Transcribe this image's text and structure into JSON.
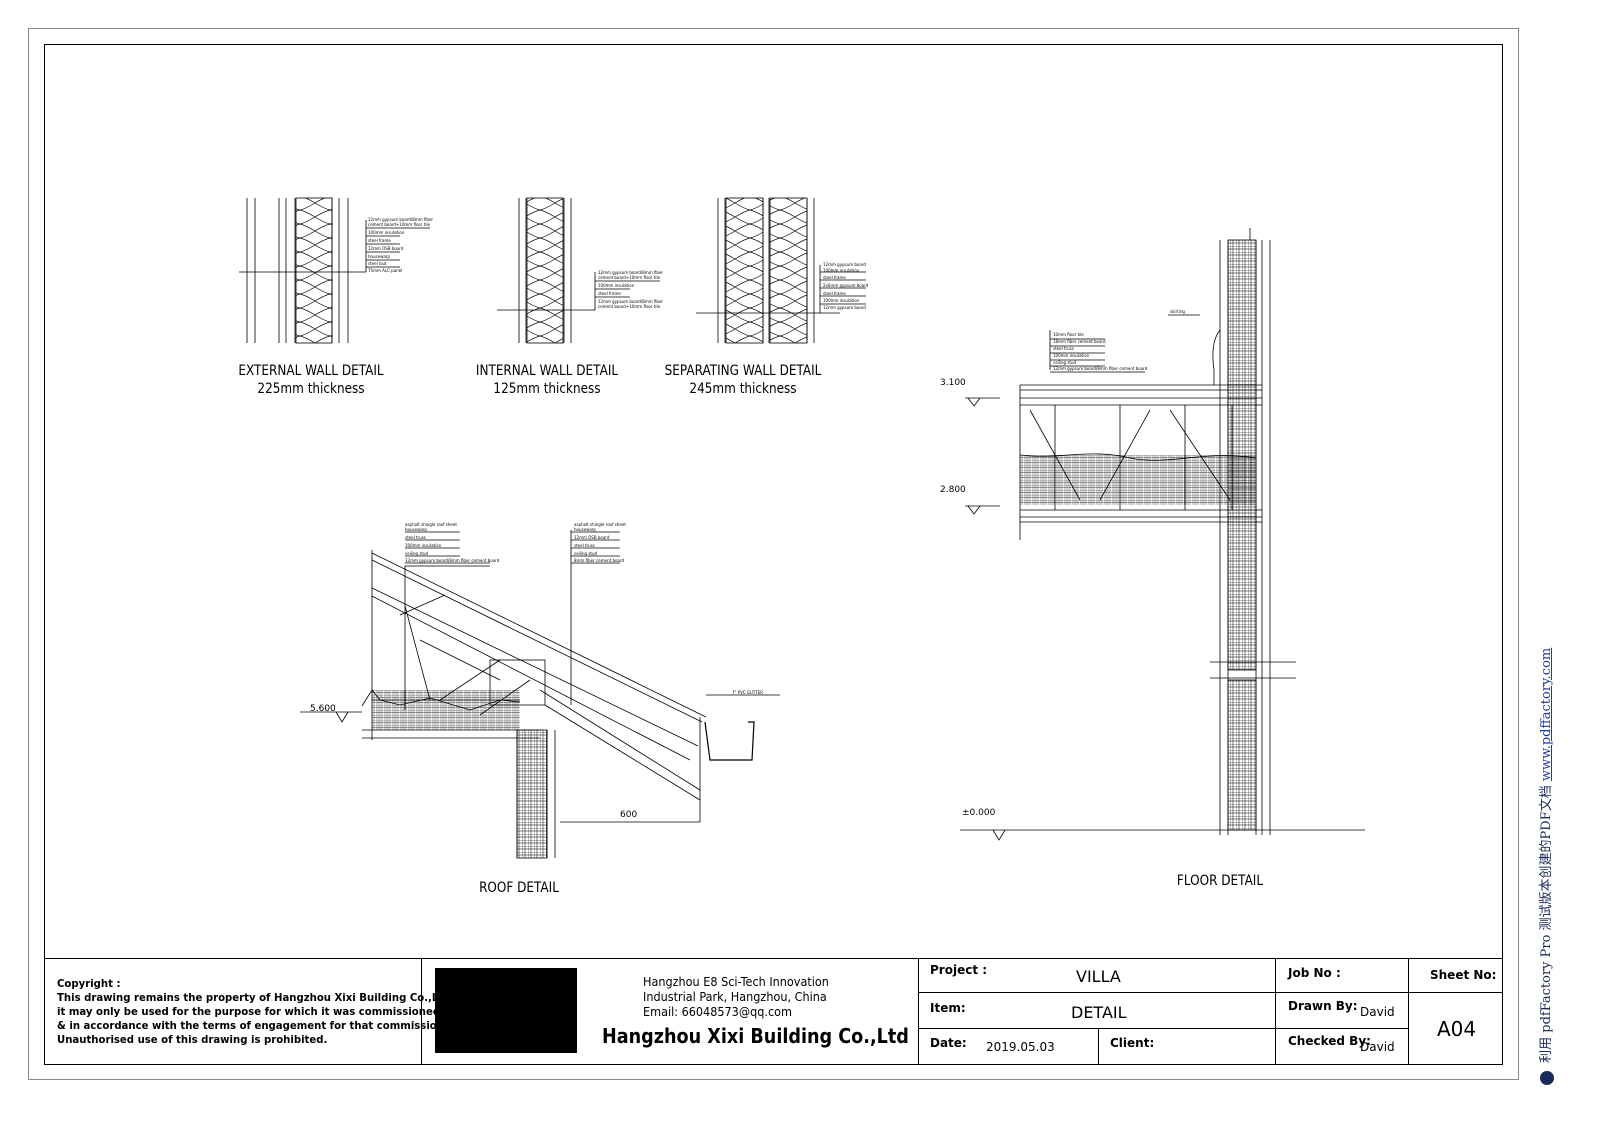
{
  "details": {
    "external_wall": {
      "title": "EXTERNAL WALL DETAIL",
      "thickness": "225mm thickness",
      "notes": [
        "12mm gypsum board/8mm fiber",
        "cement board+10mm floor tile",
        "100mm insulation",
        "steel frame",
        "12mm OSB board",
        "housewarp",
        "steel lout",
        "75mm ALC panel"
      ]
    },
    "internal_wall": {
      "title": "INTERNAL WALL DETAIL",
      "thickness": "125mm thickness",
      "notes": [
        "12mm gypsum board/8mm fiber",
        "cement board+10mm floor tile",
        "100mm insulation",
        "steel frame",
        "12mm gypsum board/8mm fiber",
        "cement board+10mm floor tile"
      ]
    },
    "separating_wall": {
      "title": "SEPARATING WALL DETAIL",
      "thickness": "245mm thickness",
      "notes": [
        "12mm gypsum board",
        "100mm insulation",
        "steel frame",
        "2x6mm gypsum board",
        "steel frame",
        "100mm insulation",
        "12mm gypsum board"
      ]
    },
    "roof": {
      "title": "ROOF DETAIL",
      "level": "5.600",
      "dimension": "600",
      "gutter": "7\" PVC GUTTER",
      "notes_left": [
        "asphalt shingle roof sheet",
        "housewarp",
        "steel truss",
        "100mm insulation",
        "ceiling stud",
        "12mm gypsum board/8mm fiber cement board"
      ],
      "notes_right": [
        "asphalt shingle roof sheet",
        "housewarp",
        "12mm OSB board",
        "steel truss",
        "ceiling stud",
        "8mm fiber cement board"
      ]
    },
    "floor": {
      "title": "FLOOR DETAIL",
      "levels": [
        "3.100",
        "2.800",
        "±0.000"
      ],
      "skirting": "skirting",
      "notes": [
        "10mm floor tile",
        "18mm fiber cement board",
        "steel truss",
        "100mm insulation",
        "ceiling stud",
        "12mm gypsum board/8mm fiber cement board"
      ]
    }
  },
  "title_block": {
    "copyright": [
      "Copyright :",
      "This drawing remains the property of Hangzhou Xixi Building Co.,Ltd,",
      "it may only be used for the purpose for which it was commissioned",
      "& in accordance with the terms of engagement for that commission.",
      "Unauthorised use of this drawing is prohibited."
    ],
    "address": [
      "Hangzhou E8 Sci-Tech Innovation",
      "Industrial Park, Hangzhou, China",
      "Email: 66048573@qq.com"
    ],
    "company": "Hangzhou Xixi Building Co.,Ltd",
    "project_label": "Project :",
    "project": "VILLA",
    "item_label": "Item:",
    "item": "DETAIL",
    "date_label": "Date:",
    "date": "2019.05.03",
    "client_label": "Client:",
    "job_label": "Job No :",
    "drawn_label": "Drawn By:",
    "drawn": "David",
    "checked_label": "Checked By:",
    "checked": "David",
    "sheet_label": "Sheet No:",
    "sheet": "A04"
  },
  "watermark": {
    "text": "利用 pdfFactory Pro 测试版本创建的PDF文档",
    "link": "www.pdffactory.com"
  }
}
